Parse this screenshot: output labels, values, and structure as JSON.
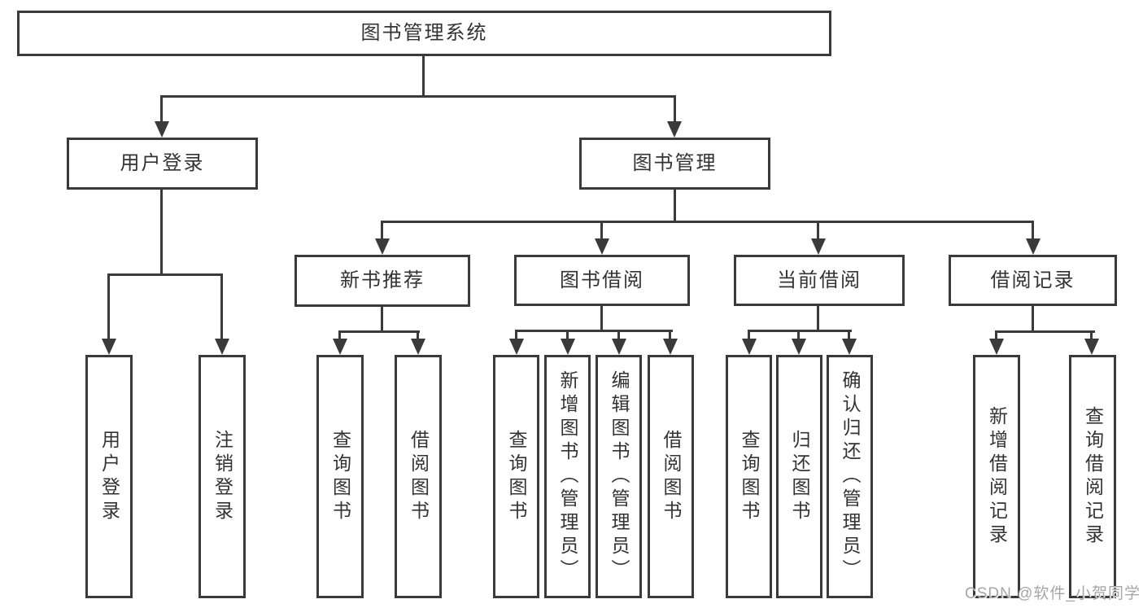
{
  "diagram": {
    "root": {
      "label": "图书管理系统"
    },
    "branches": [
      {
        "label": "用户登录",
        "children": [
          {
            "label": "用户登录"
          },
          {
            "label": "注销登录"
          }
        ]
      },
      {
        "label": "图书管理",
        "children": [
          {
            "label": "新书推荐",
            "children": [
              {
                "label": "查询图书"
              },
              {
                "label": "借阅图书"
              }
            ]
          },
          {
            "label": "图书借阅",
            "children": [
              {
                "label": "查询图书"
              },
              {
                "label": "新增图书（管理员）"
              },
              {
                "label": "编辑图书（管理员）"
              },
              {
                "label": "借阅图书"
              }
            ]
          },
          {
            "label": "当前借阅",
            "children": [
              {
                "label": "查询图书"
              },
              {
                "label": "归还图书"
              },
              {
                "label": "确认归还（管理员）"
              }
            ]
          },
          {
            "label": "借阅记录",
            "children": [
              {
                "label": "新增借阅记录"
              },
              {
                "label": "查询借阅记录"
              }
            ]
          }
        ]
      }
    ]
  },
  "watermark": {
    "text": "CSDN @软件_小贺同学"
  },
  "colors": {
    "line": "#3a3a3a",
    "text": "#333333",
    "watermark": "#a6a6a6"
  }
}
